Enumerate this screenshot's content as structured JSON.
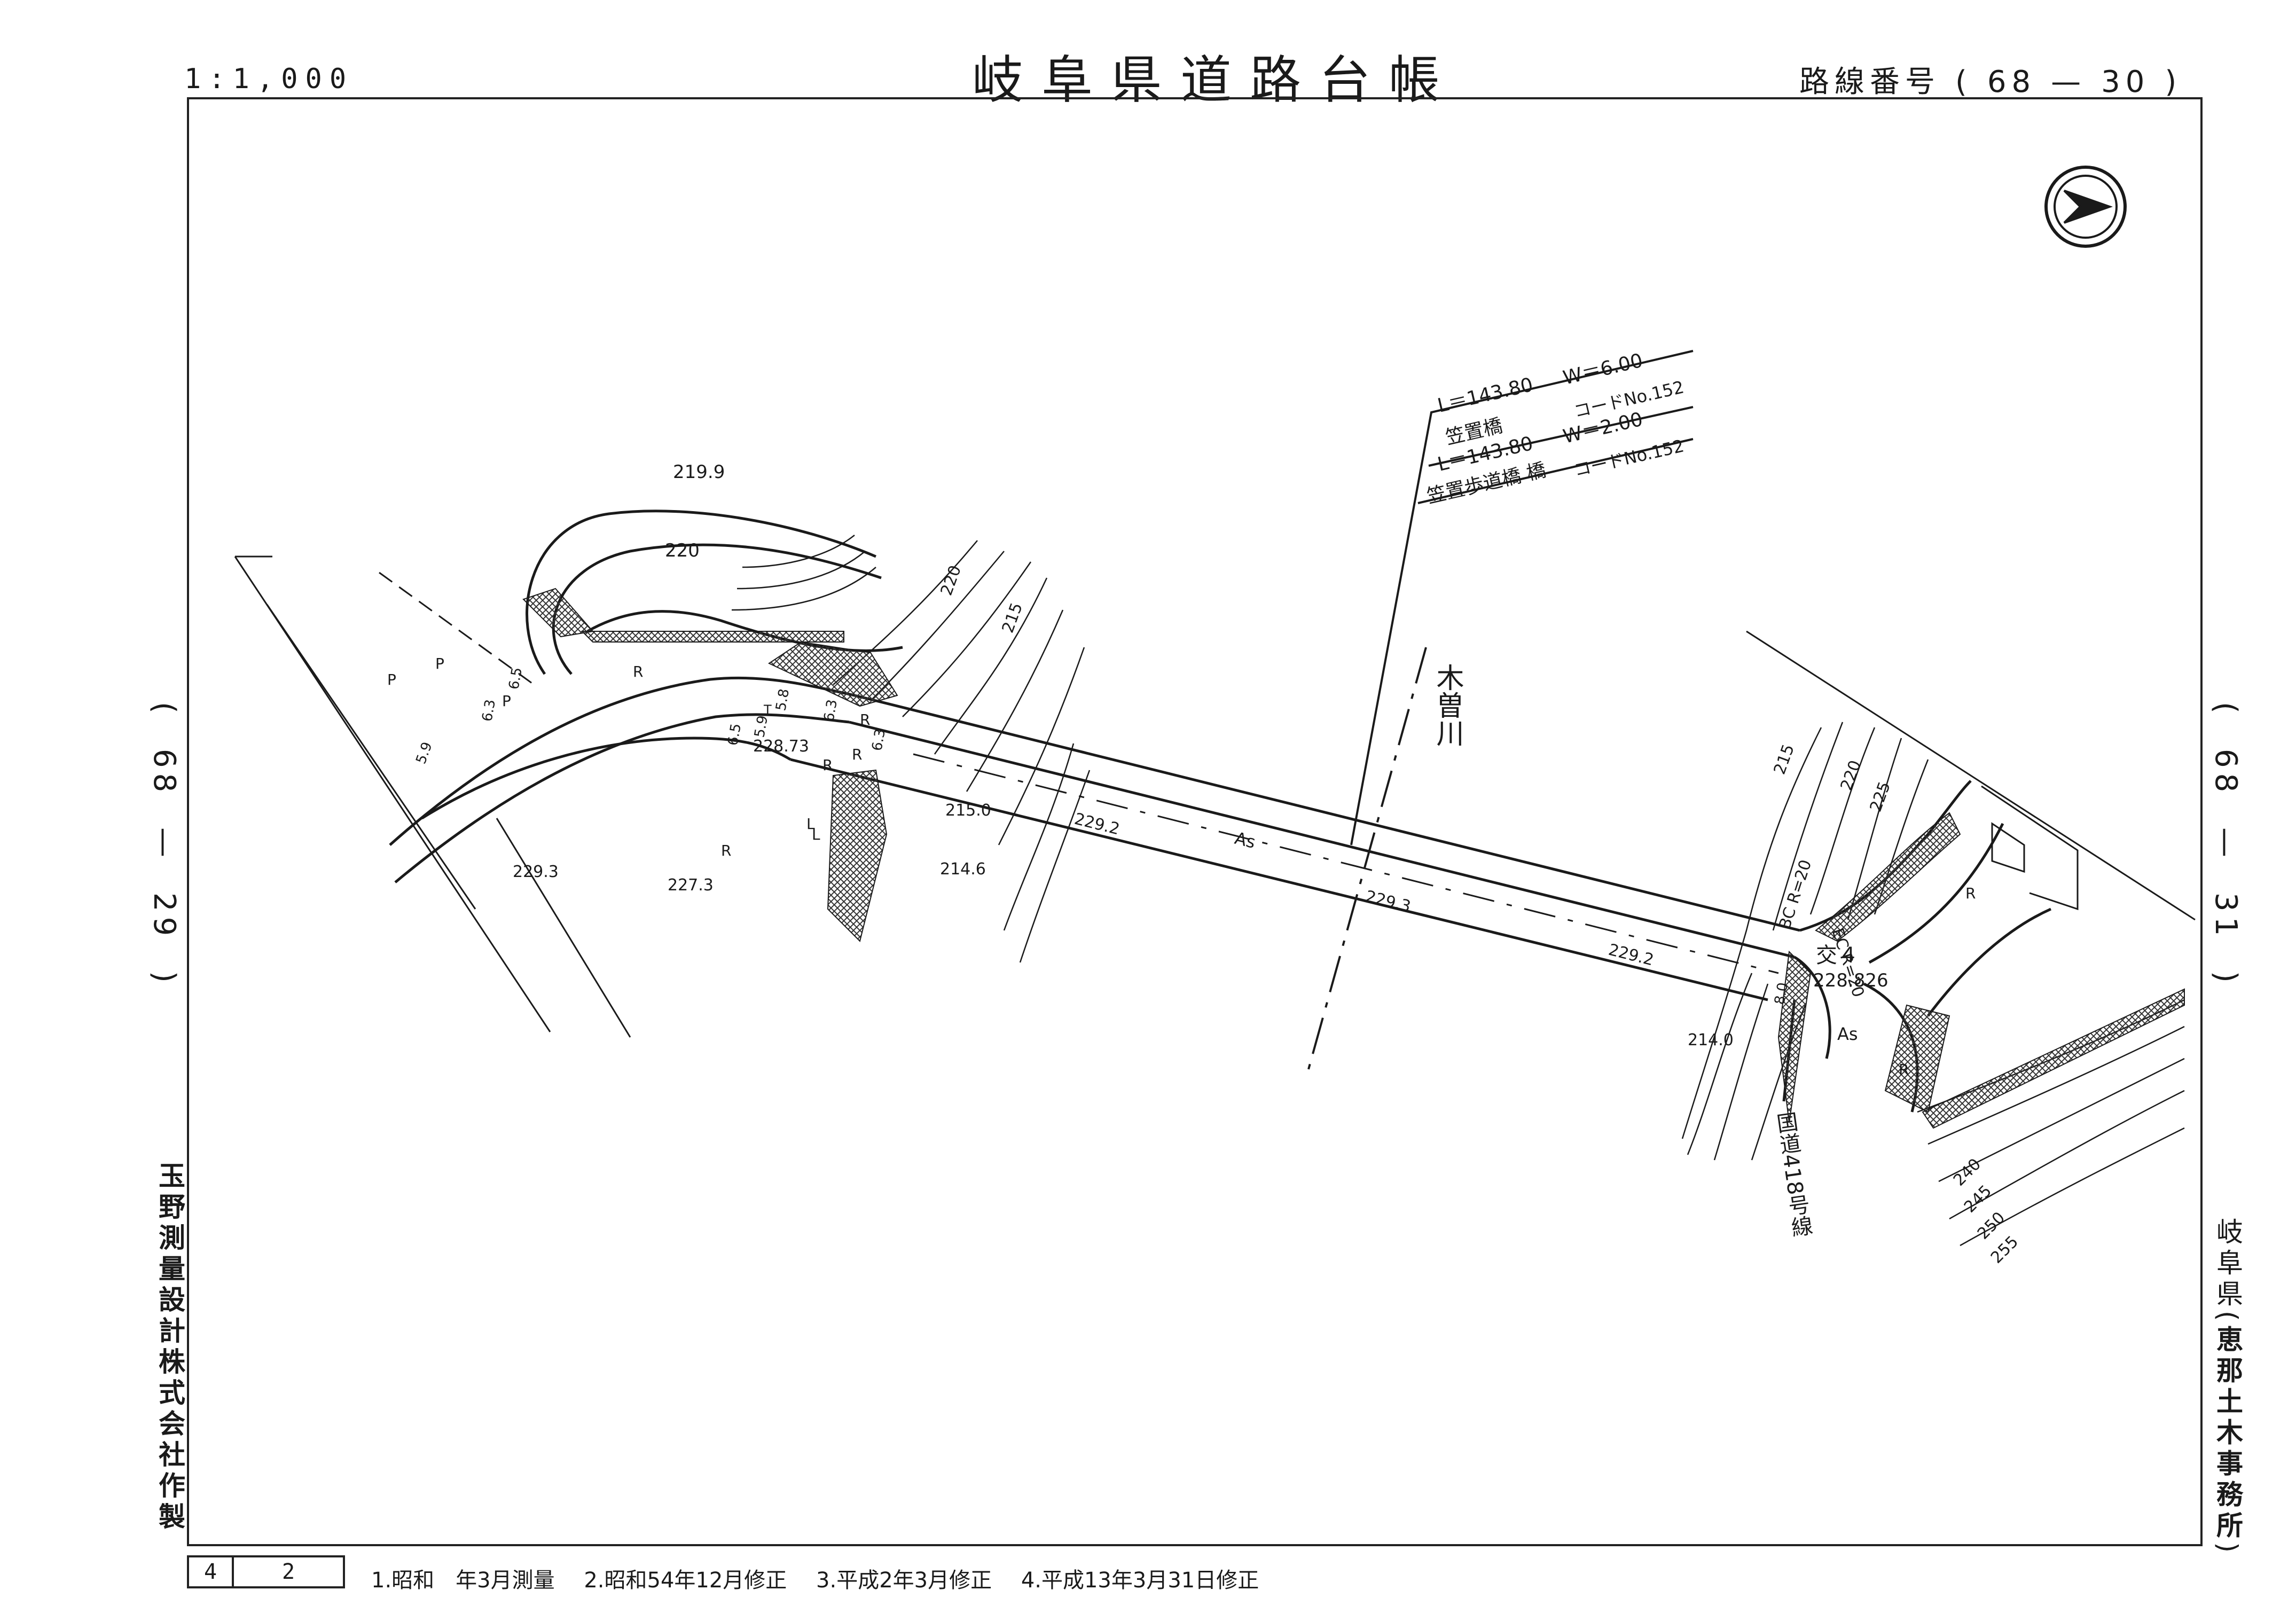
{
  "header": {
    "scale": "1:1,000",
    "title": "岐阜県道路台帳",
    "route_label": "路線番号",
    "route_open": "(",
    "route_major": "68",
    "route_dash": "—",
    "route_minor": "30",
    "route_close": ")"
  },
  "adjacent": {
    "left": {
      "open": "(",
      "major": "68",
      "dash": "—",
      "minor": "29",
      "close": ")"
    },
    "right": {
      "open": "(",
      "major": "68",
      "dash": "—",
      "minor": "31",
      "close": ")"
    }
  },
  "maker": "玉野測量設計株式会社作製",
  "office": {
    "prefecture": "岐阜県",
    "open": "(",
    "name": "恵那土木事務所",
    "close": ")"
  },
  "sheet": {
    "number": "4",
    "sub": "2"
  },
  "history": [
    "1.昭和　年3月測量",
    "2.昭和54年12月修正",
    "3.平成2年3月修正",
    "4.平成13年3月31日修正"
  ],
  "map": {
    "bridge1": {
      "length": "L＝143.80",
      "width": "W＝6.00",
      "name": "笠置橋",
      "code": "コードNo.152"
    },
    "bridge2": {
      "length": "L＝143.80",
      "width": "W＝2.00",
      "name": "笠置歩道橋 橋",
      "code": "コードNo.152"
    },
    "river_name": "木曽川",
    "crossing_road": "国道418号線",
    "intersection": "交４",
    "intersection_elev": "228.826",
    "curve_bc": "BC R=20",
    "curve_ec": "EC R=20",
    "surface": "As",
    "elevations": [
      "219.9",
      "220",
      "228.73",
      "215.0",
      "229.2",
      "214.6",
      "229.3",
      "227.3",
      "229.3",
      "229.2",
      "214.0"
    ],
    "contours_left": [
      "220",
      "215"
    ],
    "contours_right": [
      "215",
      "220",
      "225",
      "240",
      "245",
      "250",
      "255"
    ],
    "road_marks": [
      "P",
      "P",
      "P",
      "R",
      "R",
      "R",
      "R",
      "R",
      "L",
      "L",
      "R",
      "R"
    ],
    "widths": [
      "5.9",
      "5.8",
      "6.3",
      "6.3",
      "6.5",
      "5.9",
      "8.0",
      "6.3",
      "6.5"
    ],
    "hydrant": "T",
    "north_symbol": "north-arrow"
  },
  "colors": {
    "ink": "#1a1a1a",
    "paper": "#ffffff",
    "hatch": "#333333"
  }
}
